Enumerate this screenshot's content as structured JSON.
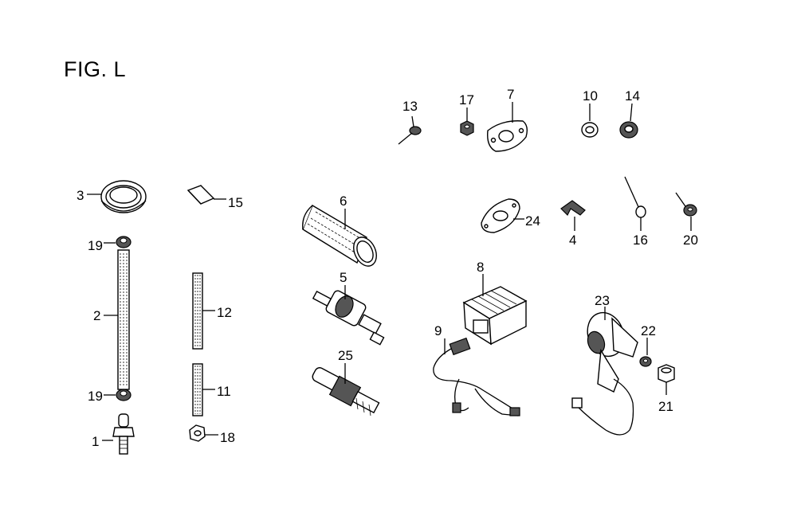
{
  "figure": {
    "title": "FIG. L",
    "labels": {
      "p1": "1",
      "p2": "2",
      "p3": "3",
      "p4": "4",
      "p5": "5",
      "p6": "6",
      "p7": "7",
      "p8": "8",
      "p9": "9",
      "p10": "10",
      "p11": "11",
      "p12": "12",
      "p13": "13",
      "p14": "14",
      "p15": "15",
      "p16": "16",
      "p17": "17",
      "p18": "18",
      "p19a": "19",
      "p19b": "19",
      "p20": "20",
      "p21": "21",
      "p22": "22",
      "p23": "23",
      "p24": "24",
      "p25": "25"
    }
  }
}
